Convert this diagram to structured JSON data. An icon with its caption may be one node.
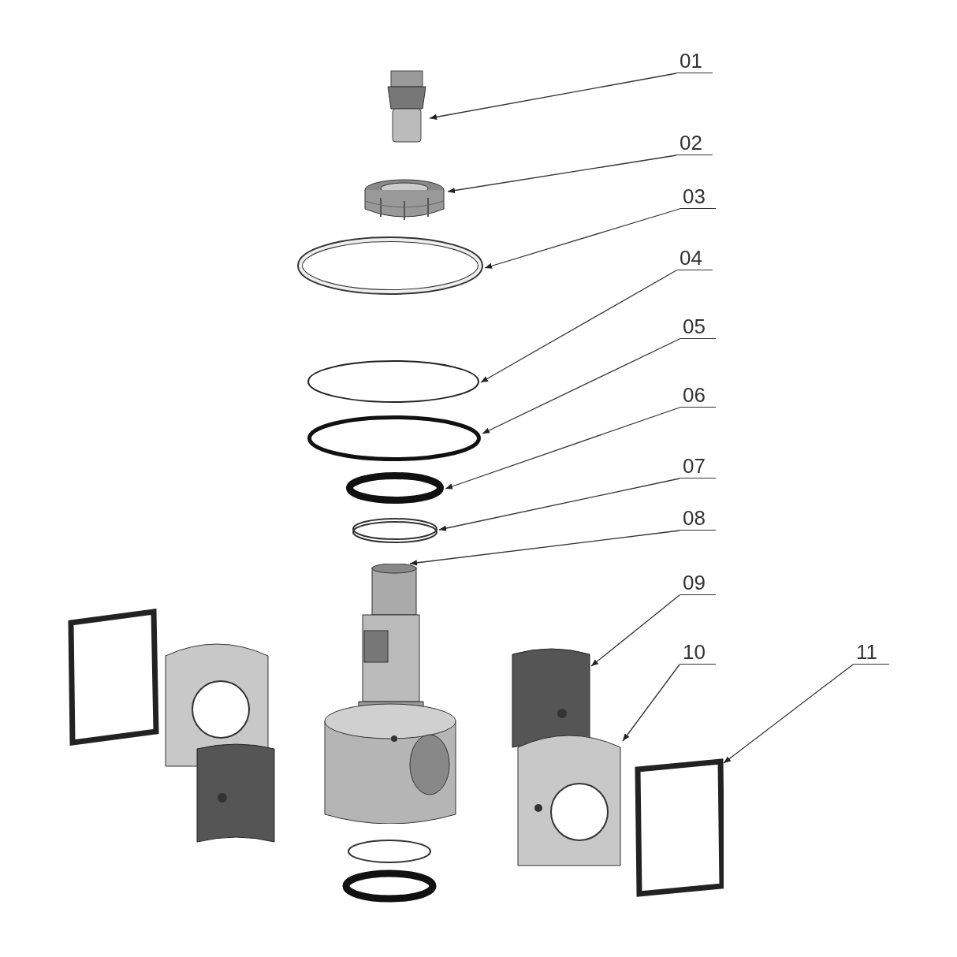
{
  "diagram": {
    "nodes": [
      {
        "text": [
          "01"
        ]
      },
      {
        "text": [
          "02"
        ]
      },
      {
        "text": [
          "03"
        ]
      },
      {
        "text": [
          "04"
        ]
      },
      {
        "text": [
          "05"
        ]
      },
      {
        "text": [
          "06"
        ]
      },
      {
        "text": [
          "07"
        ]
      },
      {
        "text": [
          "08"
        ]
      },
      {
        "text": [
          "09"
        ]
      },
      {
        "text": [
          "10"
        ]
      },
      {
        "text": [
          "11"
        ]
      },
      {
        "text": [],
        "shape": "picture"
      },
      {
        "text": [],
        "shape": "picture"
      },
      {
        "text": [],
        "shape": "circle"
      },
      {
        "text": [],
        "shape": "circle"
      },
      {
        "text": [],
        "shape": "circle"
      },
      {
        "text": [],
        "shape": "circle"
      },
      {
        "text": [],
        "shape": "circle"
      },
      {
        "text": [],
        "shape": "picture"
      },
      {
        "text": [],
        "shape": "picture"
      },
      {
        "text": [],
        "shape": "picture"
      },
      {
        "text": [],
        "shape": "box"
      }
    ],
    "edges": [
      {
        "from": 0,
        "to": 11,
        "arrow": "to"
      },
      {
        "from": 1,
        "to": 12,
        "arrow": "to"
      },
      {
        "from": 2,
        "to": 13,
        "arrow": "to"
      },
      {
        "from": 3,
        "to": 14,
        "arrow": "to"
      },
      {
        "from": 4,
        "to": 15,
        "arrow": "to"
      },
      {
        "from": 5,
        "to": 16,
        "arrow": "to"
      },
      {
        "from": 6,
        "to": 17,
        "arrow": "to"
      },
      {
        "from": 7,
        "to": 18,
        "arrow": "to"
      },
      {
        "from": 8,
        "to": 19,
        "arrow": "to"
      },
      {
        "from": 9,
        "to": 20,
        "arrow": "to"
      },
      {
        "from": 10,
        "to": 21,
        "arrow": "to"
      }
    ]
  }
}
